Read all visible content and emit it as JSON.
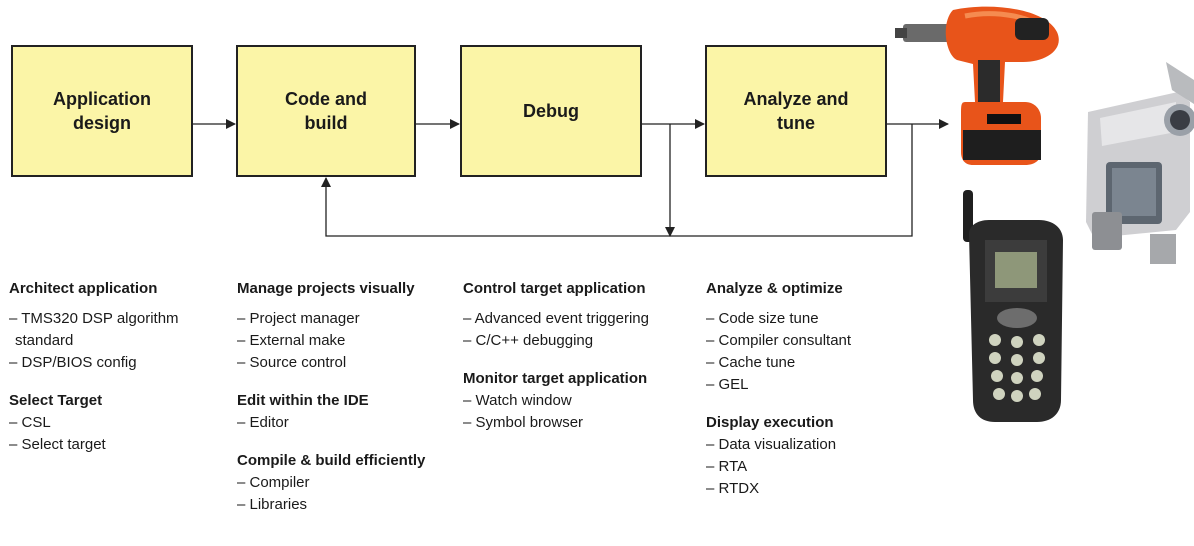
{
  "flow": {
    "steps": [
      {
        "label": "Application\ndesign"
      },
      {
        "label": "Code and\nbuild"
      },
      {
        "label": "Debug"
      },
      {
        "label": "Analyze and\ntune"
      }
    ]
  },
  "columns": [
    {
      "groups": [
        {
          "heading": "Architect application",
          "items": [
            "– TMS320 DSP algorithm",
            "standard",
            "– DSP/BIOS config"
          ]
        },
        {
          "heading": "Select Target",
          "items": [
            "– CSL",
            "– Select target"
          ]
        }
      ]
    },
    {
      "groups": [
        {
          "heading": "Manage projects visually",
          "items": [
            "– Project manager",
            "– External make",
            "– Source control"
          ]
        },
        {
          "heading": "Edit within the IDE",
          "items": [
            "– Editor"
          ]
        },
        {
          "heading": "Compile & build efficiently",
          "items": [
            "– Compiler",
            "– Libraries"
          ]
        }
      ]
    },
    {
      "groups": [
        {
          "heading": "Control target application",
          "items": [
            "– Advanced event triggering",
            "– C/C++ debugging"
          ]
        },
        {
          "heading": "Monitor target application",
          "items": [
            "– Watch window",
            "– Symbol browser"
          ]
        }
      ]
    },
    {
      "groups": [
        {
          "heading": "Analyze & optimize",
          "items": [
            "– Code size tune",
            "– Compiler consultant",
            "– Cache tune",
            "– GEL"
          ]
        },
        {
          "heading": "Display execution",
          "items": [
            "– Data visualization",
            "– RTA",
            "– RTDX"
          ]
        }
      ]
    }
  ],
  "photos": {
    "drill": "power-drill",
    "camcorder": "camcorder",
    "phone": "mobile-phone"
  },
  "colors": {
    "box_fill": "#fbf5a7",
    "drill_orange": "#e8541a"
  }
}
